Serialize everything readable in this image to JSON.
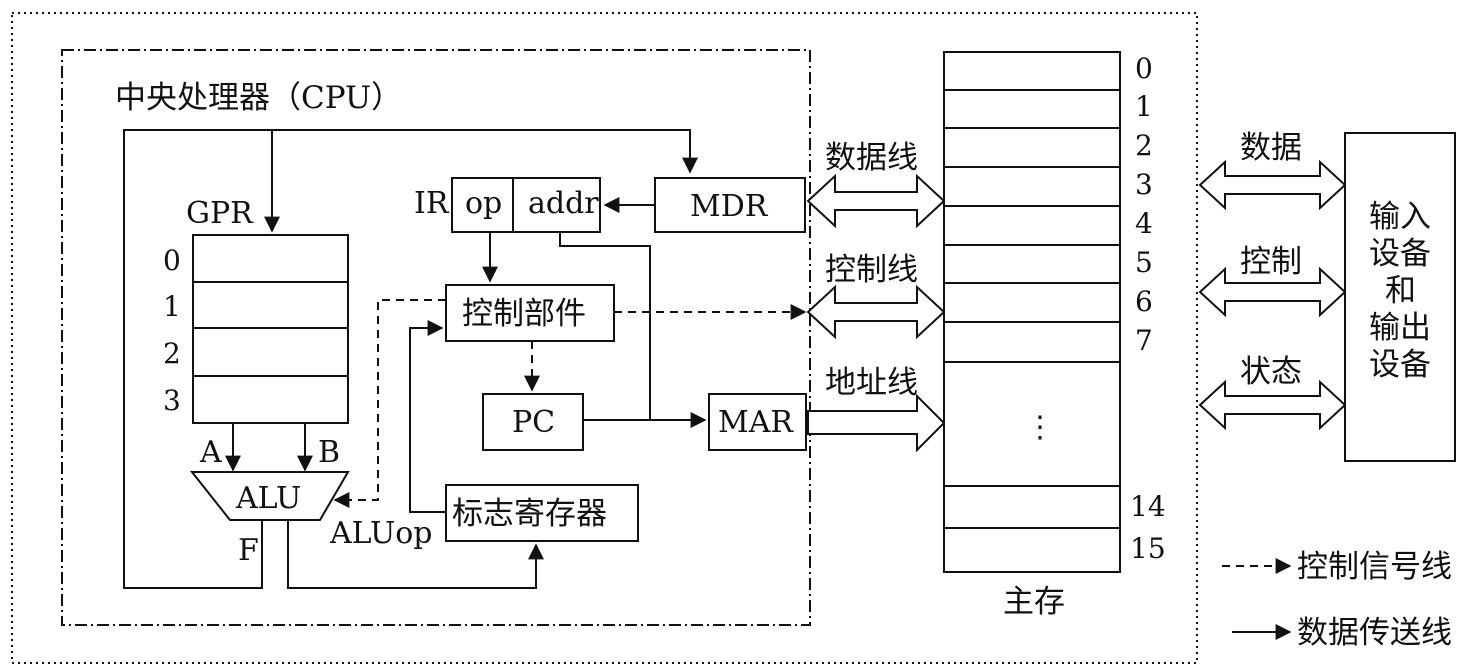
{
  "cpu_title": "中央处理器（CPU）",
  "gpr": {
    "label": "GPR",
    "rows": [
      "0",
      "1",
      "2",
      "3"
    ]
  },
  "alu": {
    "label": "ALU",
    "input_a": "A",
    "input_b": "B",
    "output": "F",
    "op": "ALUop"
  },
  "ir": {
    "label": "IR",
    "op": "op",
    "addr": "addr"
  },
  "mdr": "MDR",
  "mar": "MAR",
  "pc": "PC",
  "control_unit": "控制部件",
  "flag_register": "标志寄存器",
  "buses": {
    "data": "数据线",
    "control": "控制线",
    "address": "地址线"
  },
  "memory": {
    "label": "主存",
    "top_addresses": [
      "0",
      "1",
      "2",
      "3",
      "4",
      "5",
      "6",
      "7"
    ],
    "ellipsis": "⋮",
    "bottom_addresses": [
      "14",
      "15"
    ]
  },
  "io": {
    "device_lines": [
      "输入",
      "设备",
      "和",
      "输出",
      "设备"
    ],
    "links": [
      "数据",
      "控制",
      "状态"
    ]
  },
  "legend": {
    "control_signal": "控制信号线",
    "data_transfer": "数据传送线"
  }
}
